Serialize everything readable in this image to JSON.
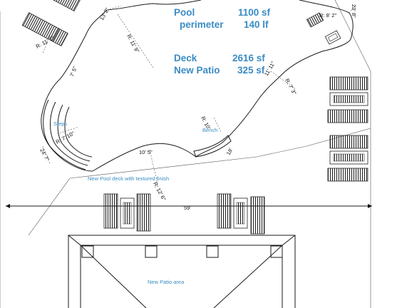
{
  "summary": {
    "pool_label": "Pool",
    "pool_value": "1100 sf",
    "perimeter_label": "perimeter",
    "perimeter_value": "140 lf",
    "deck_label": "Deck",
    "deck_value": "2616 sf",
    "patio_label": "New Patio",
    "patio_value": "325 sf"
  },
  "labels": {
    "steps": "Steps",
    "bench": "Bench",
    "pool_deck_note": "New Pool deck with textured finish",
    "patio_area": "New Patio area"
  },
  "dimensions": {
    "d_13_2": "13' 2\"",
    "r_11_9": "R: 11' 9\"",
    "r_11_7": "R: 11' 7\"",
    "d_7_5": "7' 5\"",
    "r_8_2": "R: 8' 2\"",
    "d_23_8": "23' 8\"",
    "d_11_11": "11' 11\"",
    "r_7_3": "R: 7' 3\"",
    "r_10": "R: 10'",
    "r_7_10": "R: 7' 10\"",
    "d_24_7": "24' 7\"",
    "d_10_5": "10' 5\"",
    "d_18": "18'",
    "r_12_6": "R: 12' 6\"",
    "d_59": "59'"
  },
  "colors": {
    "label_blue": "#3a8cc4",
    "line": "#1a1a1a"
  }
}
